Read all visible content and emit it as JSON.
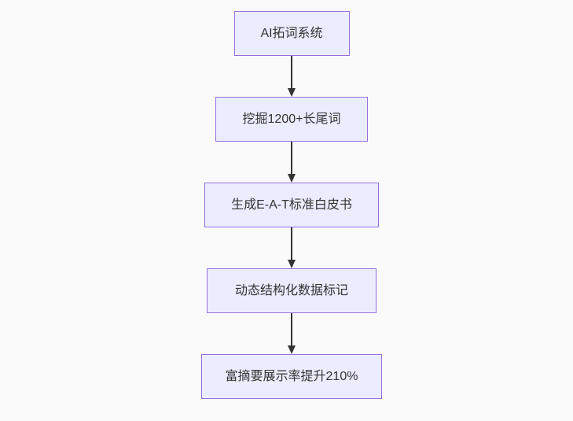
{
  "flowchart": {
    "type": "flowchart",
    "direction": "top-down",
    "colors": {
      "background": "#fafafa",
      "node_fill": "#ececff",
      "node_border": "#9370db",
      "node_text": "#333333",
      "arrow": "#333333"
    },
    "nodes": [
      {
        "id": "n0",
        "label": "AI拓词系统"
      },
      {
        "id": "n1",
        "label": "挖掘1200+长尾词"
      },
      {
        "id": "n2",
        "label": "生成E-A-T标准白皮书"
      },
      {
        "id": "n3",
        "label": "动态结构化数据标记"
      },
      {
        "id": "n4",
        "label": "富摘要展示率提升210%"
      }
    ],
    "edges": [
      {
        "from": "n0",
        "to": "n1"
      },
      {
        "from": "n1",
        "to": "n2"
      },
      {
        "from": "n2",
        "to": "n3"
      },
      {
        "from": "n3",
        "to": "n4"
      }
    ]
  }
}
